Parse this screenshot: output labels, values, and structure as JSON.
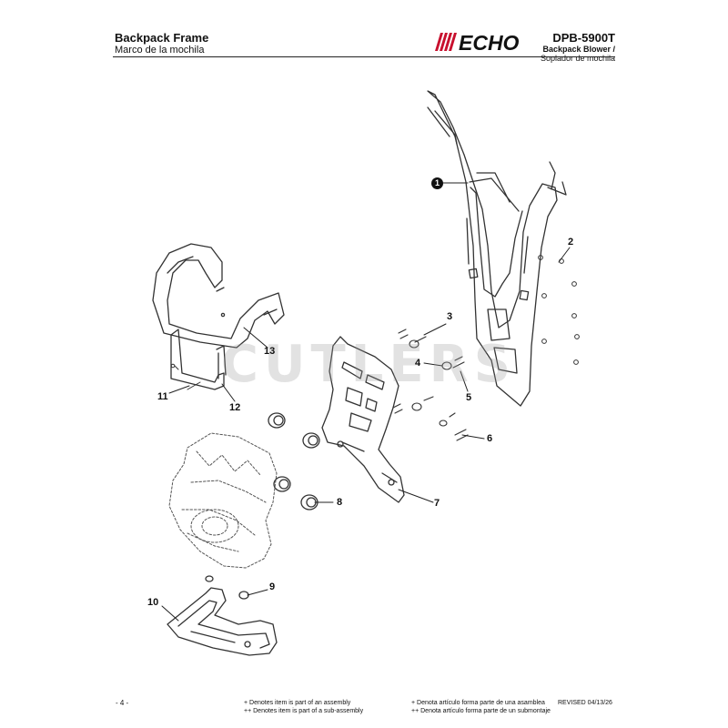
{
  "header": {
    "title": "Backpack Frame",
    "subtitle": "Marco de la mochila",
    "model": "DPB-5900T",
    "desc_en": "Backpack Blower /",
    "desc_es": "Soplador de mochila",
    "logo_text": "ECHO",
    "brand_color": "#c8102e"
  },
  "watermark": "CUTLERS",
  "callouts": {
    "c1": "1",
    "c2": "2",
    "c3": "3",
    "c4": "4",
    "c5": "5",
    "c6": "6",
    "c7": "7",
    "c8": "8",
    "c9": "9",
    "c10": "10",
    "c11": "11",
    "c12": "12",
    "c13": "13"
  },
  "footer": {
    "page": "- 4 -",
    "note_en_1": "+ Denotes item is part of an assembly",
    "note_en_2": "++ Denotes item is part of a sub-assembly",
    "note_es_1": "+ Denota artículo forma parte de una asamblea",
    "note_es_2": "++ Denota artículo forma parte de un submontaje",
    "revised": "REVISED 04/13/26"
  }
}
